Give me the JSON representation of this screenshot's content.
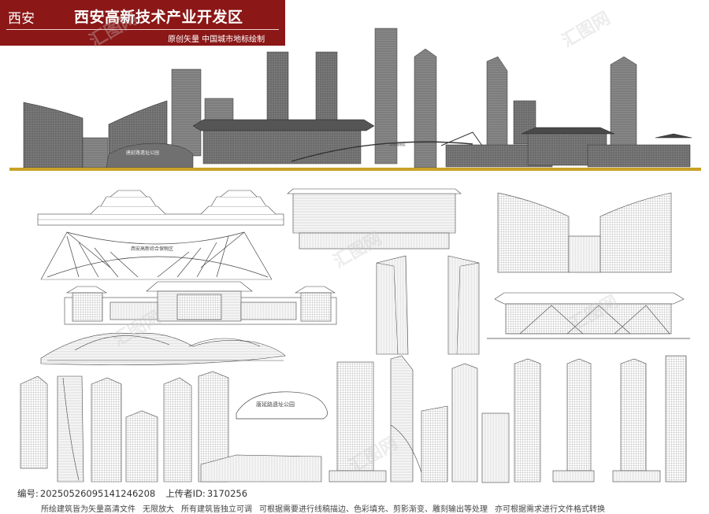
{
  "header": {
    "city": "西安",
    "zone_name": "西安高新技术产业开发区",
    "credit": "原创矢量   中国城市地标绘制",
    "bg_color": "#8b1717"
  },
  "ground_color": "#c9a227",
  "signs": {
    "park_stone": "唐延路遗址公园",
    "park_stone_detail": "唐延路遗址公园",
    "bridge_sign": "西安高新综合保税区",
    "skyline_sign": "综合保税区"
  },
  "footer": {
    "id_label": "编号:",
    "id_value": "20250526095141246208",
    "uploader_label": "上传者ID:",
    "uploader_value": "3170256",
    "notes": [
      "所绘建筑皆为矢量高清文件",
      "无限放大",
      "所有建筑皆独立可调",
      "可根据需要进行线稿描边、色彩填充、剪影渐变、雕刻输出等处理",
      "亦可根据需求进行文件格式转换"
    ]
  },
  "watermark": "汇图网"
}
